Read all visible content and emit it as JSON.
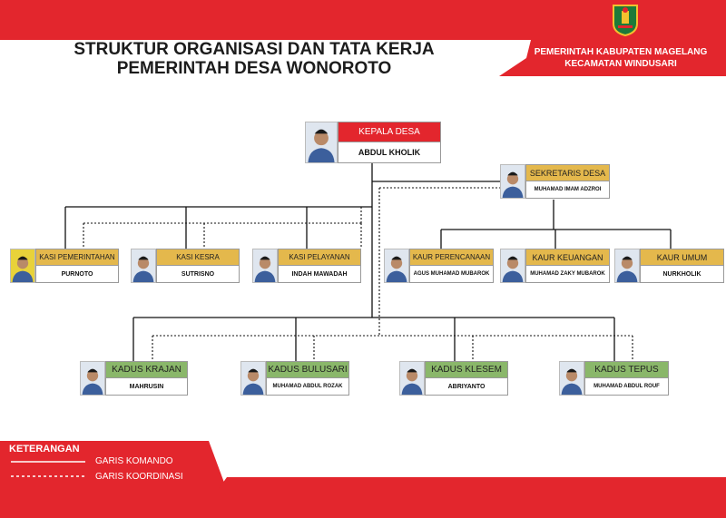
{
  "title": {
    "line1": "STRUKTUR ORGANISASI DAN TATA KERJA",
    "line2": "PEMERINTAH DESA WONOROTO"
  },
  "government": {
    "line1": "PEMERINTAH KABUPATEN MAGELANG",
    "line2": "KECAMATAN WINDUSARI"
  },
  "colors": {
    "red": "#e3262d",
    "yellow": "#e4b84c",
    "green": "#8ab76a"
  },
  "kepala": {
    "role": "KEPALA DESA",
    "name": "ABDUL KHOLIK"
  },
  "sekretaris": {
    "role": "SEKRETARIS DESA",
    "name": "MUHAMAD IMAM ADZROI"
  },
  "kasi": [
    {
      "role": "KASI PEMERINTAHAN",
      "name": "PURNOTO"
    },
    {
      "role": "KASI KESRA",
      "name": "SUTRISNO"
    },
    {
      "role": "KASI PELAYANAN",
      "name": "INDAH MAWADAH"
    }
  ],
  "kaur": [
    {
      "role": "KAUR PERENCANAAN",
      "name": "AGUS MUHAMAD MUBAROK"
    },
    {
      "role": "KAUR KEUANGAN",
      "name": "MUHAMAD ZAKY MUBAROK"
    },
    {
      "role": "KAUR UMUM",
      "name": "NURKHOLIK"
    }
  ],
  "kadus": [
    {
      "role": "KADUS KRAJAN",
      "name": "MAHRUSIN"
    },
    {
      "role": "KADUS BULUSARI",
      "name": "MUHAMAD ABDUL ROZAK"
    },
    {
      "role": "KADUS KLESEM",
      "name": "ABRIYANTO"
    },
    {
      "role": "KADUS TEPUS",
      "name": "MUHAMAD ABDUL ROUF"
    }
  ],
  "legend": {
    "title": "KETERANGAN",
    "komando": "GARIS KOMANDO",
    "koordinasi": "GARIS KOORDINASI"
  }
}
